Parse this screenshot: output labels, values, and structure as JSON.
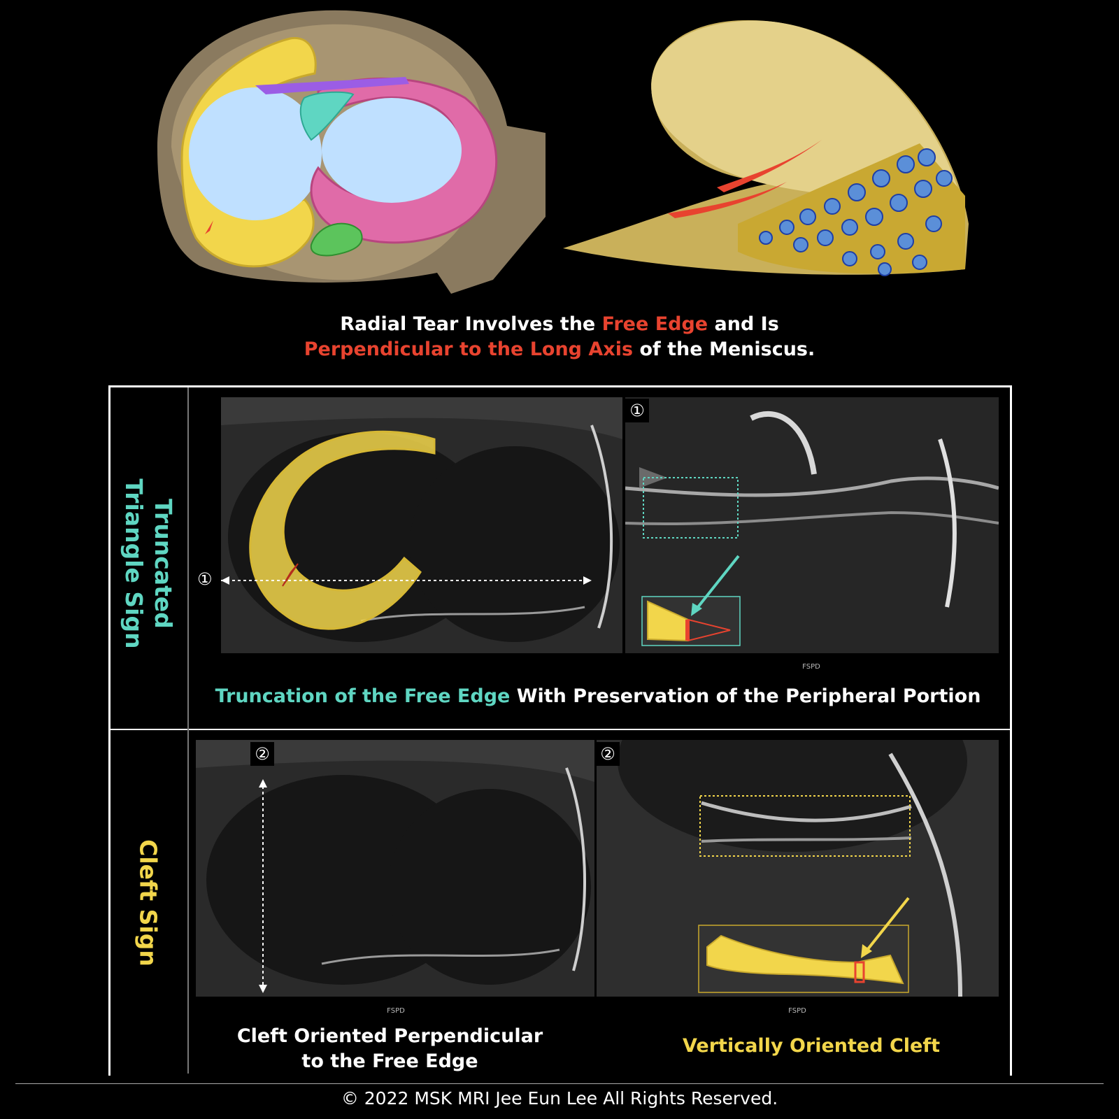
{
  "headline": {
    "line1_prefix": "Radial Tear Involves the ",
    "line1_red": "Free Edge",
    "line1_suffix": " and Is",
    "line2_red": "Perpendicular to the Long Axis",
    "line2_suffix": " of the Meniscus."
  },
  "rows": [
    {
      "label_line1": "Truncated",
      "label_line2": "Triangle Sign",
      "badge": "①",
      "fspd": "FSPD",
      "caption_teal": "Truncation of the Free Edge",
      "caption_rest": " With Preservation of the Peripheral Portion"
    },
    {
      "label": "Cleft Sign",
      "badge_left": "②",
      "badge_right": "②",
      "fspd_left": "FSPD",
      "fspd_right": "FSPD",
      "caption_left_line1": "Cleft Oriented Perpendicular",
      "caption_left_line2": "to the Free Edge",
      "caption_right": "Vertically Oriented Cleft"
    }
  ],
  "side_marker": "①",
  "footer": "© 2022 MSK MRI Jee Eun Lee All Rights Reserved.",
  "colors": {
    "red_text": "#e8432f",
    "teal": "#5fd6c2",
    "yellow": "#f2d64b",
    "pink": "#e06ba8",
    "lavender": "#9b5de5",
    "light_blue": "#bfe0ff"
  }
}
